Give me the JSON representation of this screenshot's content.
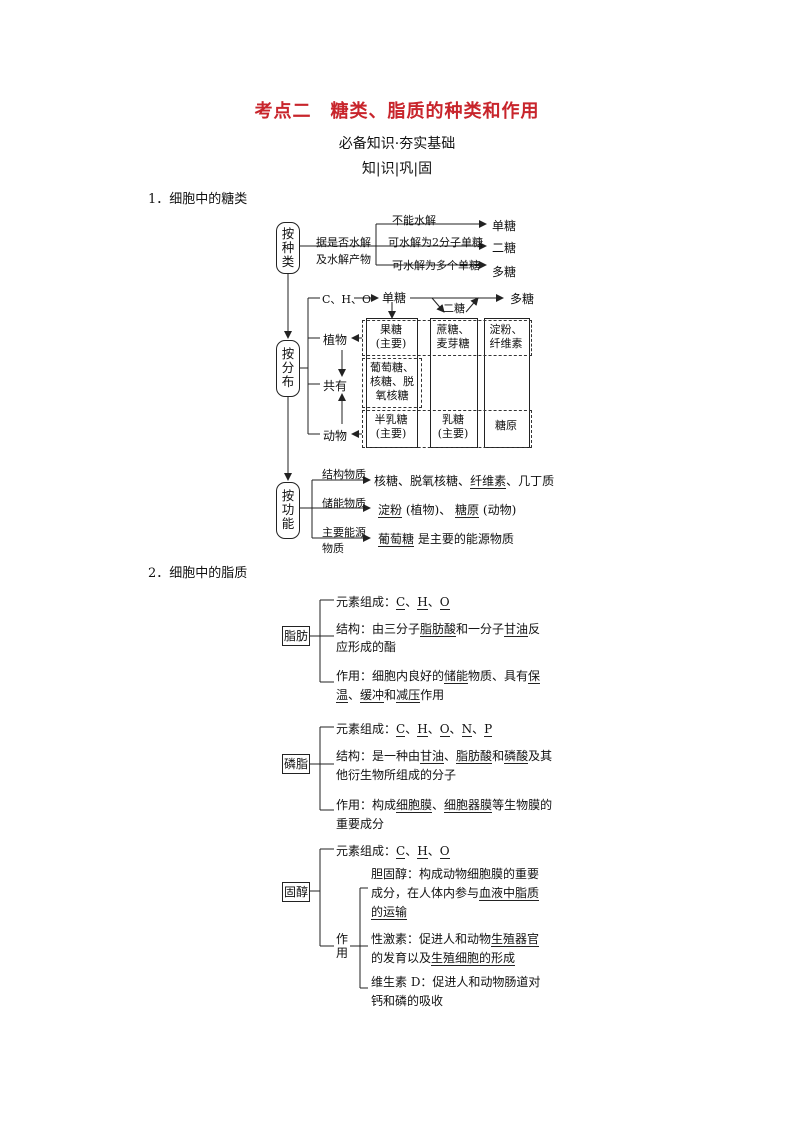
{
  "title": "考点二　糖类、脂质的种类和作用",
  "subtitle1": "必备知识·夯实基础",
  "subtitle2": "知|识|巩|固",
  "section1": "1．细胞中的糖类",
  "section2": "2．细胞中的脂质",
  "sugar": {
    "by_kind": {
      "node": "按种类",
      "criterion_l1": "据是否水解",
      "criterion_l2": "及水解产物",
      "branches": [
        {
          "cond": "不能水解",
          "result": "单糖"
        },
        {
          "cond": "可水解为2分子单糖",
          "result": "二糖"
        },
        {
          "cond": "可水解为多个单糖",
          "result": "多糖"
        }
      ]
    },
    "by_distribution": {
      "node": "按分布",
      "elements": "C、H、O",
      "mono": "单糖",
      "di": "二糖",
      "poly": "多糖",
      "plant": "植物",
      "shared": "共有",
      "animal": "动物",
      "cells": {
        "plant_mono": [
          "果糖",
          "(主要)"
        ],
        "plant_di": [
          "蔗糖、",
          "麦芽糖"
        ],
        "plant_poly": [
          "淀粉、",
          "纤维素"
        ],
        "shared_mono": [
          "葡萄糖、",
          "核糖、脱",
          "氧核糖"
        ],
        "animal_mono": [
          "半乳糖",
          "(主要)"
        ],
        "animal_di": [
          "乳糖",
          "(主要)"
        ],
        "animal_poly": [
          "糖原"
        ]
      }
    },
    "by_function": {
      "node": "按功能",
      "structural_label": "结构物质",
      "structural_items": [
        "核糖",
        "、",
        "脱氧核糖",
        "、",
        "纤维素",
        "、几丁质"
      ],
      "storage_label": "储能物质",
      "storage_a": "淀粉",
      "storage_a_note": "(植物)、",
      "storage_b": "糖原",
      "storage_b_note": "(动物)",
      "energy_label_l1": "主要能源",
      "energy_label_l2": "物质",
      "energy_item": "葡萄糖",
      "energy_note": "是主要的能源物质"
    }
  },
  "lipid": {
    "fat": {
      "label": "脂肪",
      "elements_prefix": "元素组成：",
      "elements": [
        "C",
        "、",
        "H",
        "、",
        "O"
      ],
      "structure_l1": [
        "结构：由三分子",
        "脂肪酸",
        "和一分子",
        "甘油",
        "反"
      ],
      "structure_l2": "应形成的酯",
      "function_l1": [
        "作用：细胞内良好的",
        "储能",
        "物质、具有",
        "保"
      ],
      "function_l2": [
        "温",
        "、",
        "缓冲",
        "和",
        "减压",
        "作用"
      ]
    },
    "phospholipid": {
      "label": "磷脂",
      "elements_prefix": "元素组成：",
      "elements": [
        "C",
        "、",
        "H",
        "、",
        "O",
        "、",
        "N",
        "、",
        "P"
      ],
      "structure_l1": [
        "结构：是一种由",
        "甘油",
        "、",
        "脂肪酸",
        "和",
        "磷酸",
        "及其"
      ],
      "structure_l2": "他衍生物所组成的分子",
      "function_l1": [
        "作用：构成",
        "细胞膜",
        "、",
        "细胞器膜",
        "等生物膜的"
      ],
      "function_l2": "重要成分"
    },
    "sterol": {
      "label": "固醇",
      "elements_prefix": "元素组成：",
      "elements": [
        "C",
        "、",
        "H",
        "、",
        "O"
      ],
      "function_label": "作用",
      "cholesterol_l1": "胆固醇：构成动物细胞膜的重要",
      "cholesterol_l2": [
        "成分，在人体内参与",
        "血液中脂质"
      ],
      "cholesterol_l3": "的运输",
      "sex_l1": [
        "性激素：促进人和动物",
        "生殖器官"
      ],
      "sex_l2": [
        "的发育以及",
        "生殖细胞的形成"
      ],
      "vitd_l1": "维生素 D：促进人和动物肠道对",
      "vitd_l2": "钙和磷的吸收"
    }
  }
}
